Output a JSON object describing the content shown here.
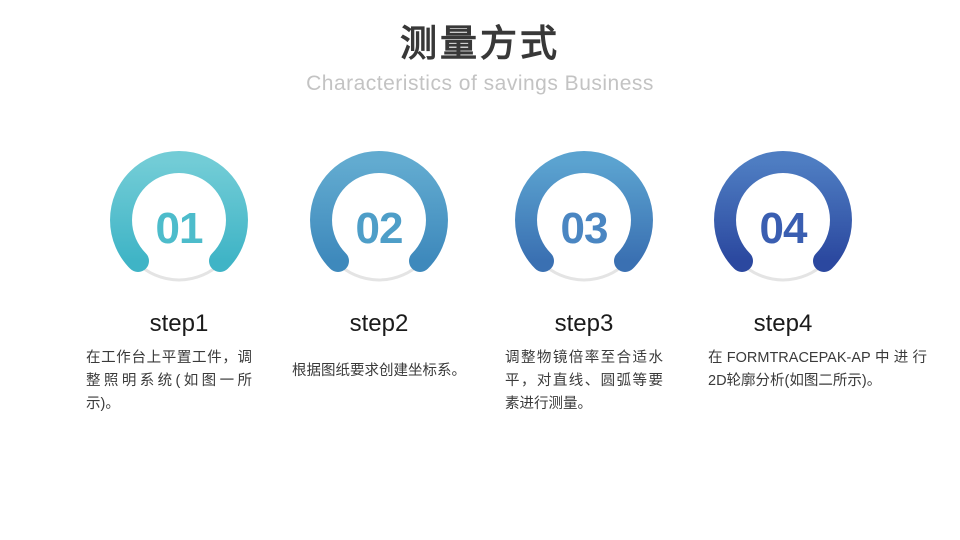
{
  "header": {
    "title": "测量方式",
    "subtitle": "Characteristics of savings Business"
  },
  "steps": [
    {
      "number": "01",
      "label": "step1",
      "description": "在工作台上平置工件，调整照明系统(如图一所示)。",
      "ring_color_top": "#72CCD6",
      "ring_color_bottom": "#3FB4C6",
      "number_color": "#4DBCCB"
    },
    {
      "number": "02",
      "label": "step2",
      "description": "根据图纸要求创建坐标系。",
      "ring_color_top": "#62ABD0",
      "ring_color_bottom": "#3E89BC",
      "number_color": "#4E9EC8"
    },
    {
      "number": "03",
      "label": "step3",
      "description": "调整物镜倍率至合适水平，对直线、圆弧等要素进行测量。",
      "ring_color_top": "#5BA3D0",
      "ring_color_bottom": "#3A70B2",
      "number_color": "#4A86C2"
    },
    {
      "number": "04",
      "label": "step4",
      "description": "在FORMTRACEPAK-AP中进行2D轮廓分析(如图二所示)。",
      "ring_color_top": "#4E7DC2",
      "ring_color_bottom": "#2B489F",
      "number_color": "#3A5EB1"
    }
  ],
  "colors": {
    "background": "#FFFFFF",
    "title_text": "#383838",
    "subtitle_text": "#C3C3C3",
    "track_arc": "#E4E4E4"
  }
}
